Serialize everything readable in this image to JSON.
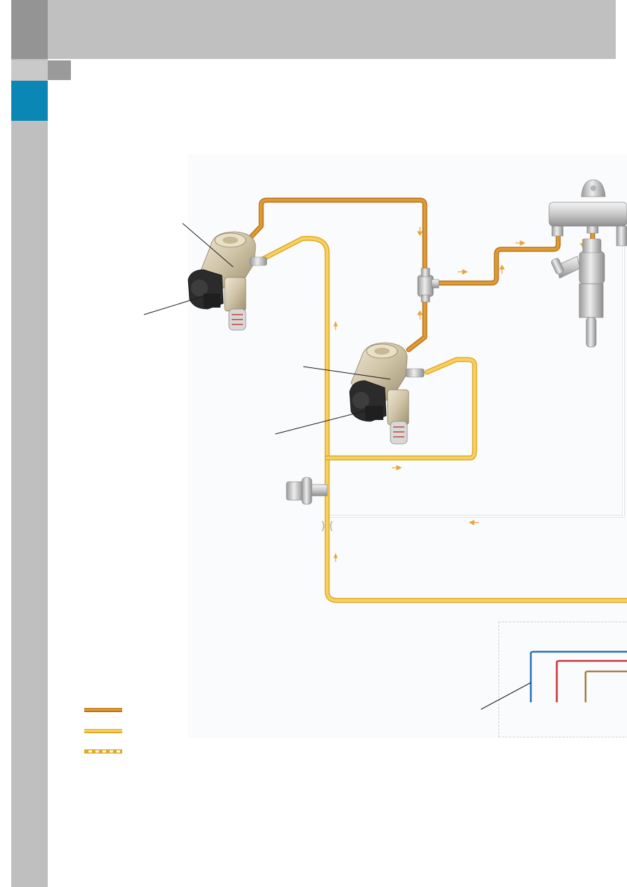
{
  "colors": {
    "high_pressure_line": "#d68b1e",
    "low_pressure_line": "#f4c445",
    "return_line": "#e6e6e6",
    "accent_blue": "#0b87b5",
    "wire_blue": "#2d6fb4",
    "wire_red": "#c8343b",
    "wire_brown": "#a8814a"
  },
  "legend": [
    {
      "style": "solid",
      "color": "#d68b1e"
    },
    {
      "style": "solid",
      "color": "#f4c445"
    },
    {
      "style": "dashed",
      "color": "#f4c445"
    }
  ],
  "components": [
    "high-pressure-pump-1",
    "pressure-control-valve-1",
    "high-pressure-pump-2",
    "pressure-control-valve-2",
    "tee-connector",
    "fuel-rail",
    "injector",
    "low-pressure-sensor",
    "restrictor",
    "wiring-harness"
  ]
}
